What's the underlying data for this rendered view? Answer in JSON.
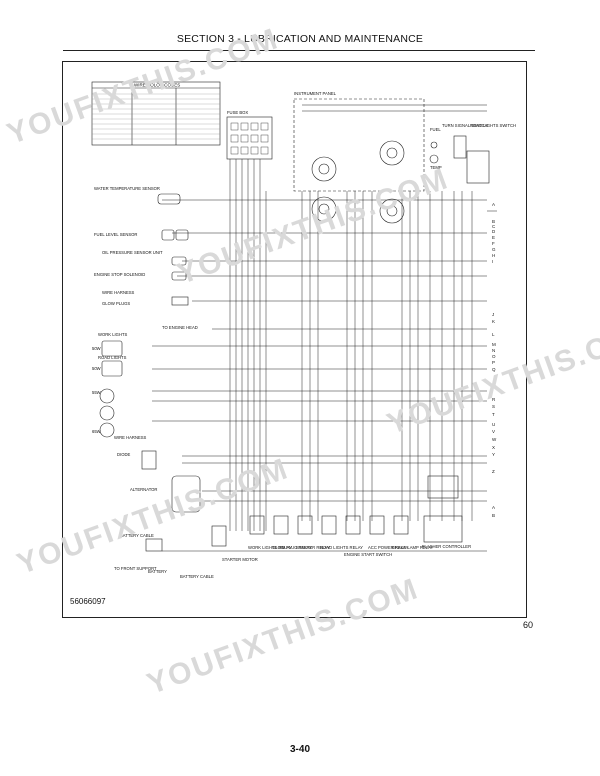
{
  "header": {
    "section_title": "SECTION 3 - LUBRICATION AND MAINTENANCE"
  },
  "figure": {
    "number": "56066097",
    "page_ref": "60"
  },
  "footer": {
    "page_number": "3-40"
  },
  "watermark": {
    "text": "YOUFIXTHIS.COM"
  },
  "diagram": {
    "wire_color_codes_title": "WIRE COLOR CODES",
    "labels": {
      "fuse_box": "FUSE BOX",
      "instrument_panel": "INSTRUMENT PANEL",
      "fuel": "FUEL",
      "turn_signal_switch": "TURN SIGNAL SWITCH",
      "road_lights_switch": "ROAD LIGHTS SWITCH",
      "temp": "TEMP",
      "water_temp_sensor": "WATER TEMPERATURE SENSOR",
      "fuel_level_sensor": "FUEL LEVEL SENSOR",
      "oil_pressure_sensor": "OIL PRESSURE SENSOR UNIT",
      "engine_stop_solenoid": "ENGINE STOP SOLENOID",
      "wire_harness_1": "WIRE HARNESS",
      "glow_plugs": "GLOW PLUGS",
      "to_engine_head": "TO ENGINE HEAD",
      "work_lights": "WORK LIGHTS",
      "road_lights": "ROAD LIGHTS",
      "wire_harness_2": "WIRE HARNESS",
      "diode": "DIODE",
      "alternator": "ALTERNATOR",
      "battery_cable_1": "BATTERY CABLE",
      "to_front_support": "TO FRONT SUPPORT",
      "battery": "BATTERY",
      "battery_cable_2": "BATTERY CABLE",
      "starter_motor": "STARTER MOTOR",
      "work_lights_relay": "WORK LIGHTS RELAY",
      "glow_plug_relay": "GLOW PLUG RELAY",
      "starter_relay": "STARTER RELAY",
      "road_lights_relay": "ROAD LIGHTS RELAY",
      "engine_start_switch": "ENGINE START SWITCH",
      "acc_power_relay": "ACC POWER RELAY",
      "brake_lamp_relay": "BRAKE LAMP RELAY",
      "flasher_controller": "FLASHER CONTROLLER",
      "w50": "50W",
      "w50b": "50W",
      "w55": "55W",
      "w65": "65W"
    },
    "terminals": [
      "A",
      "B",
      "C",
      "D",
      "E",
      "F",
      "G",
      "H",
      "I",
      "J",
      "K",
      "L",
      "M",
      "N",
      "O",
      "P",
      "Q",
      "R",
      "S",
      "T",
      "U",
      "V",
      "W",
      "X",
      "Y",
      "Z",
      "A",
      "B"
    ]
  }
}
